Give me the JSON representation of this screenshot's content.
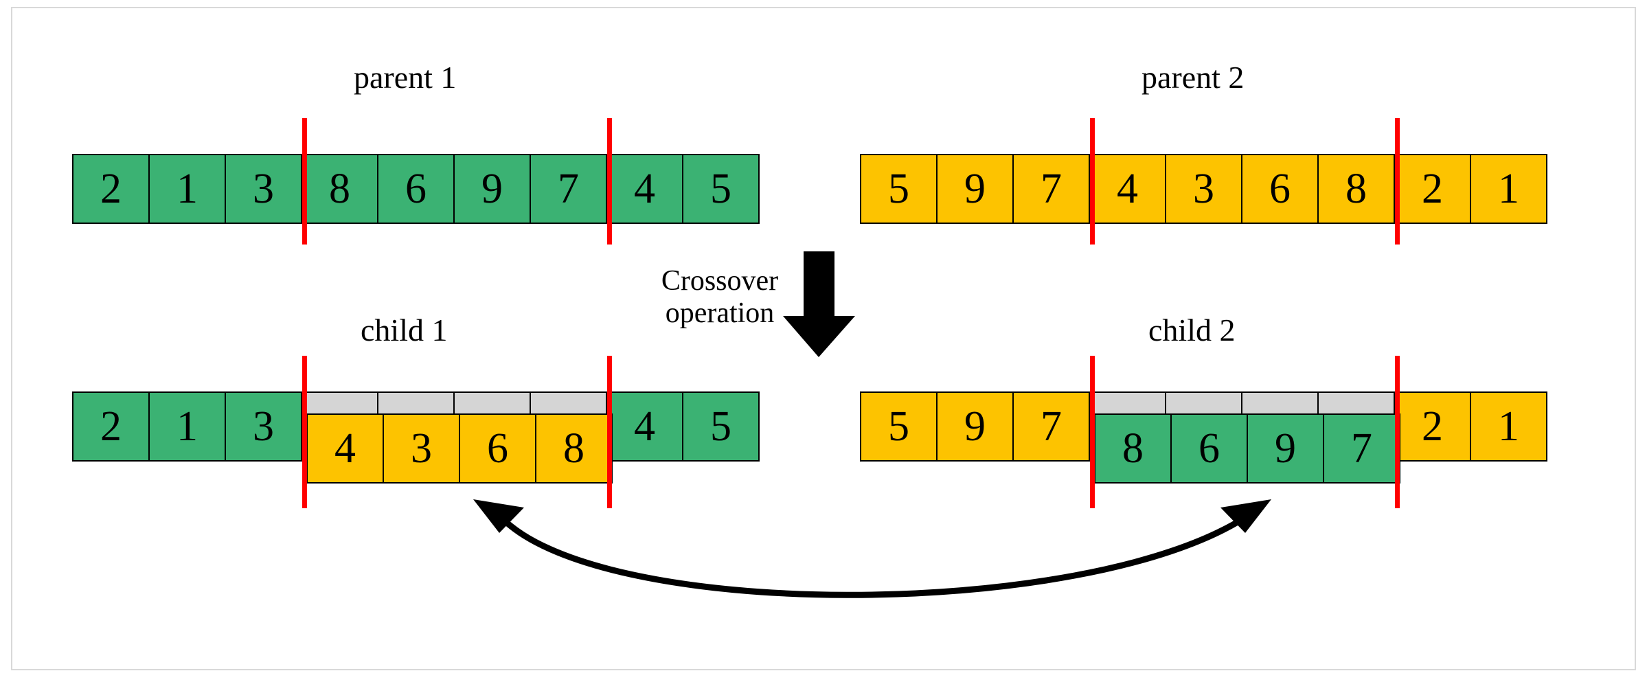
{
  "diagram": {
    "title_hidden": "Order crossover (two-point) between two permutation chromosomes",
    "operation_label_line1": "Crossover",
    "operation_label_line2": "operation"
  },
  "colors": {
    "green": "#3BB273",
    "orange": "#FDC300",
    "gray": "#d5d5d5",
    "cut_line": "#FF0000",
    "arrow": "#000000",
    "frame": "#d9d9d9"
  },
  "parents": [
    {
      "label": "parent 1",
      "color": "green",
      "genes": [
        "2",
        "1",
        "3",
        "8",
        "6",
        "9",
        "7",
        "4",
        "5"
      ],
      "cut_points": [
        3,
        7
      ]
    },
    {
      "label": "parent 2",
      "color": "orange",
      "genes": [
        "5",
        "9",
        "7",
        "4",
        "3",
        "6",
        "8",
        "2",
        "1"
      ],
      "cut_points": [
        3,
        7
      ]
    }
  ],
  "children": [
    {
      "label": "child 1",
      "base_color": "green",
      "overlay_color": "orange",
      "prefix": [
        "2",
        "1",
        "3"
      ],
      "overlay": [
        "4",
        "3",
        "6",
        "8"
      ],
      "suffix": [
        "4",
        "5"
      ],
      "placeholder": [
        "",
        "",
        "",
        ""
      ],
      "cut_points": [
        3,
        7
      ]
    },
    {
      "label": "child 2",
      "base_color": "orange",
      "overlay_color": "green",
      "prefix": [
        "5",
        "9",
        "7"
      ],
      "overlay": [
        "8",
        "6",
        "9",
        "7"
      ],
      "suffix": [
        "2",
        "1"
      ],
      "placeholder": [
        "",
        "",
        "",
        ""
      ],
      "cut_points": [
        3,
        7
      ]
    }
  ],
  "icons": {
    "down_arrow": "down-arrow-icon",
    "swap_arrow": "double-headed-curved-arrow-icon"
  }
}
